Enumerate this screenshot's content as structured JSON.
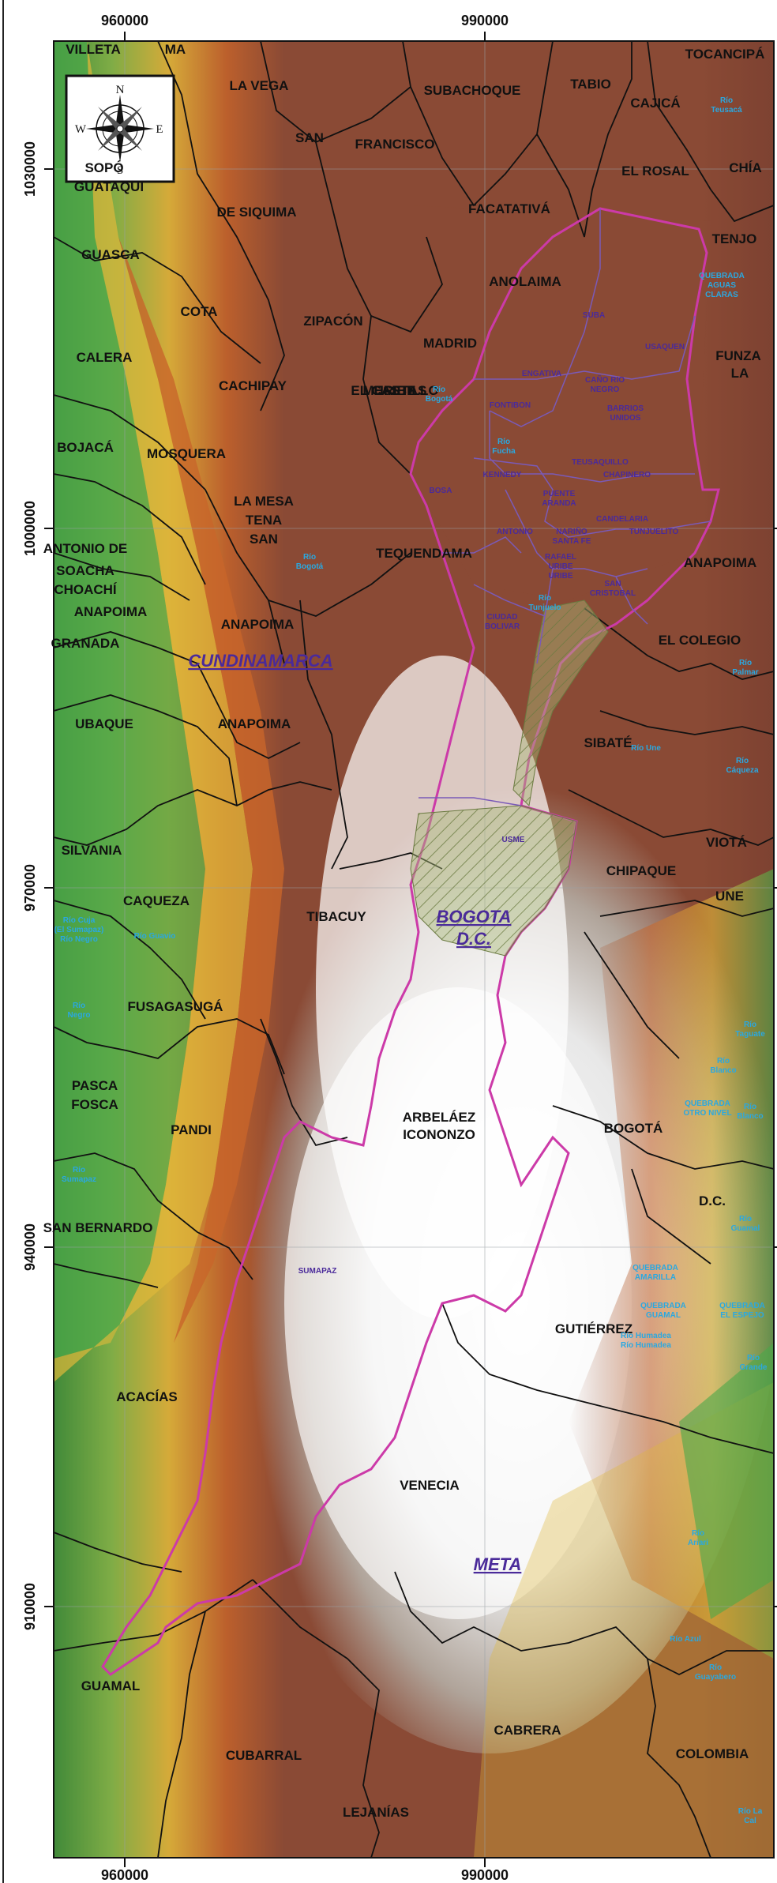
{
  "axes": {
    "x_top": [
      "960000",
      "990000"
    ],
    "x_bottom": [
      "960000",
      "990000"
    ],
    "y_left": [
      "1030000",
      "1000000",
      "970000",
      "940000",
      "910000"
    ]
  },
  "compass": {
    "n": "N",
    "s": "S",
    "e": "E",
    "w": "W"
  },
  "regions": {
    "cundinamarca": "CUNDINAMARCA",
    "bogota_1": "BOGOTA",
    "bogota_2": "D.C.",
    "meta": "META"
  },
  "municipalities": [
    {
      "t1": "VILLETA"
    },
    {
      "t1": "MA"
    },
    {
      "t1": "LA VEGA"
    },
    {
      "t1": "SUBACHOQUE"
    },
    {
      "t1": "TABIO"
    },
    {
      "t1": "TOCANCIPÁ"
    },
    {
      "t1": "CAJICÁ"
    },
    {
      "t1": "SAN",
      "t2": "FRANCISCO"
    },
    {
      "t1": "EL ROSAL"
    },
    {
      "t1": "CHÍA"
    },
    {
      "t1": "SOPÓ"
    },
    {
      "t1": "GUATAQUI",
      "t2": "DE SIQUIMA"
    },
    {
      "t1": "FACATATIVÁ"
    },
    {
      "t1": "TENJO"
    },
    {
      "t1": "GUASCA"
    },
    {
      "t1": "ANOLAIMA"
    },
    {
      "t1": "COTA"
    },
    {
      "t1": "ZIPACÓN"
    },
    {
      "t1": "MADRID"
    },
    {
      "t1": "FUNZA"
    },
    {
      "t1": "LA",
      "t2": "CALERA"
    },
    {
      "t1": "CACHIPAY"
    },
    {
      "t1": "BOJACÁ"
    },
    {
      "t1": "MOSQUERA"
    },
    {
      "t1": "LA MESA"
    },
    {
      "t1": "TENA"
    },
    {
      "t1": "SAN",
      "t2": "ANTONIO DE",
      "t3": "TEQUENDAMA"
    },
    {
      "t1": "ANAPOIMA"
    },
    {
      "t1": "SOACHA"
    },
    {
      "t1": "CHOACHÍ"
    },
    {
      "t1": "ANAPOIMA"
    },
    {
      "t1": "ANAPOIMA"
    },
    {
      "t1": "EL COLEGIO"
    },
    {
      "t1": "GRANADA"
    },
    {
      "t1": "UBAQUE"
    },
    {
      "t1": "ANAPOIMA"
    },
    {
      "t1": "SIBATÉ"
    },
    {
      "t1": "VIOTÁ"
    },
    {
      "t1": "SILVANIA"
    },
    {
      "t1": "CHIPAQUE"
    },
    {
      "t1": "CAQUEZA"
    },
    {
      "t1": "TIBACUY"
    },
    {
      "t1": "UNE"
    },
    {
      "t1": "FUSAGASUGÁ"
    },
    {
      "t1": "PASCA"
    },
    {
      "t1": "FOSCA"
    },
    {
      "t1": "ARBELÁEZ"
    },
    {
      "t1": "ICONONZO",
      "t2": "PANDI"
    },
    {
      "t1": "BOGOTÁ",
      "t2": "D.C."
    },
    {
      "t1": "SAN BERNARDO"
    },
    {
      "t1": "GUTIÉRREZ"
    },
    {
      "t1": "ACACÍAS"
    },
    {
      "t1": "VENECIA"
    },
    {
      "t1": "GUAMAL"
    },
    {
      "t1": "CABRERA"
    },
    {
      "t1": "CUBARRAL"
    },
    {
      "t1": "COLOMBIA"
    },
    {
      "t1": "LEJANÍAS"
    },
    {
      "t1": "URIBE"
    },
    {
      "t1": "EL CASTILLO"
    },
    {
      "t1": "MESETAS"
    }
  ],
  "localities": [
    {
      "t1": "SUBA"
    },
    {
      "t1": "USAQUEN"
    },
    {
      "t1": "ENGATIVA"
    },
    {
      "t1": "CAÑO RIO",
      "t2": "NEGRO"
    },
    {
      "t1": "FONTIBON"
    },
    {
      "t1": "BARRIOS",
      "t2": "UNIDOS"
    },
    {
      "t1": "TEUSAQUILLO"
    },
    {
      "t1": "KENNEDY"
    },
    {
      "t1": "CHAPINERO"
    },
    {
      "t1": "BOSA"
    },
    {
      "t1": "PUENTE",
      "t2": "ARANDA"
    },
    {
      "t1": "CANDELARIA"
    },
    {
      "t1": "TUNJUELITO"
    },
    {
      "t1": "ANTONIO",
      "t2": "NARIÑO"
    },
    {
      "t1": "SANTA FE"
    },
    {
      "t1": "RAFAEL",
      "t2": "URIBE",
      "t3": "URIBE"
    },
    {
      "t1": "SAN",
      "t2": "CRISTOBAL"
    },
    {
      "t1": "CIUDAD",
      "t2": "BOLIVAR"
    },
    {
      "t1": "USME"
    },
    {
      "t1": "SUMAPAZ"
    }
  ],
  "rivers": [
    {
      "t1": "Río",
      "t2": "Teusacá"
    },
    {
      "t1": "QUEBRADA",
      "t2": "AGUAS",
      "t3": "CLARAS"
    },
    {
      "t1": "Río",
      "t2": "Bogotá"
    },
    {
      "t1": "Río",
      "t2": "Fucha"
    },
    {
      "t1": "Río",
      "t2": "Bogotá"
    },
    {
      "t1": "Río",
      "t2": "Tunjuelo"
    },
    {
      "t1": "Río",
      "t2": "Palmar"
    },
    {
      "t1": "Río Une"
    },
    {
      "t1": "Río",
      "t2": "Cáqueza"
    },
    {
      "t1": "Río Cuja",
      "t2": "(El Sumapaz)",
      "t3": "Río Negro"
    },
    {
      "t1": "Río Guavio"
    },
    {
      "t1": "Río",
      "t2": "Negro"
    },
    {
      "t1": "Río",
      "t2": "Taguate"
    },
    {
      "t1": "Río",
      "t2": "Blanco"
    },
    {
      "t1": "QUEBRADA",
      "t2": "OTRO NIVEL"
    },
    {
      "t1": "Río",
      "t2": "Blanco"
    },
    {
      "t1": "Río",
      "t2": "Sumapaz"
    },
    {
      "t1": "Río",
      "t2": "Guamal"
    },
    {
      "t1": "QUEBRADA",
      "t2": "AMARILLA"
    },
    {
      "t1": "QUEBRADA",
      "t2": "GUAMAL"
    },
    {
      "t1": "QUEBRADA",
      "t2": "EL ESPEJO"
    },
    {
      "t1": "Río Humadea",
      "t2": "Río Humadea"
    },
    {
      "t1": "Río",
      "t2": "Grande"
    },
    {
      "t1": "Río",
      "t2": "Ariari"
    },
    {
      "t1": "Río Azul"
    },
    {
      "t1": "Río",
      "t2": "Guayabero"
    },
    {
      "t1": "Río La",
      "t2": "Cal"
    }
  ]
}
